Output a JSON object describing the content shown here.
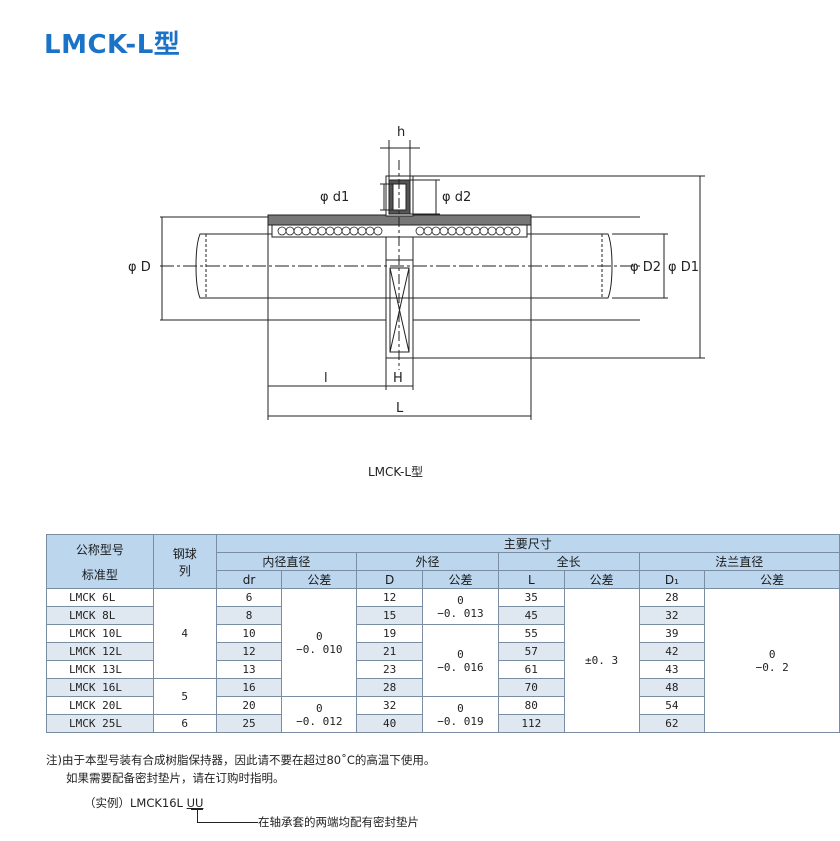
{
  "title": "LMCK-L型",
  "caption": "LMCK-L型",
  "drawing_labels": {
    "h": "h",
    "d1": "φ d1",
    "d2": "φ d2",
    "D": "φ D",
    "D2": "φ D2",
    "D1": "φ D1",
    "l": "l",
    "H": "H",
    "L": "L"
  },
  "table": {
    "header": {
      "model_top": "公称型号",
      "model_bottom": "标准型",
      "balls": "钢球\n列",
      "main": "主要尺寸",
      "inner": "内径直径",
      "outer": "外径",
      "length": "全长",
      "flange": "法兰直径",
      "dr": "dr",
      "tol": "公差",
      "D": "D",
      "L": "L",
      "D1": "D₁"
    },
    "rows": [
      {
        "model": "LMCK 6L",
        "dr": "6",
        "D": "12",
        "L": "35",
        "D1": "28"
      },
      {
        "model": "LMCK 8L",
        "dr": "8",
        "D": "15",
        "L": "45",
        "D1": "32"
      },
      {
        "model": "LMCK 10L",
        "dr": "10",
        "D": "19",
        "L": "55",
        "D1": "39"
      },
      {
        "model": "LMCK 12L",
        "dr": "12",
        "D": "21",
        "L": "57",
        "D1": "42"
      },
      {
        "model": "LMCK 13L",
        "dr": "13",
        "D": "23",
        "L": "61",
        "D1": "43"
      },
      {
        "model": "LMCK 16L",
        "dr": "16",
        "D": "28",
        "L": "70",
        "D1": "48"
      },
      {
        "model": "LMCK 20L",
        "dr": "20",
        "D": "32",
        "L": "80",
        "D1": "54"
      },
      {
        "model": "LMCK 25L",
        "dr": "25",
        "D": "40",
        "L": "112",
        "D1": "62"
      }
    ],
    "balls": [
      "4",
      "5",
      "6"
    ],
    "tol_dr": [
      {
        "a": "0",
        "b": "−0. 010"
      },
      {
        "a": "0",
        "b": "−0. 012"
      }
    ],
    "tol_D": [
      {
        "a": "0",
        "b": "−0. 013"
      },
      {
        "a": "0",
        "b": "−0. 016"
      },
      {
        "a": "0",
        "b": "−0. 019"
      }
    ],
    "tol_L": "±0. 3",
    "tol_D1": {
      "a": "0",
      "b": "−0. 2"
    }
  },
  "notes": {
    "line1": "注)由于本型号装有合成树脂保持器，因此请不要在超过80˚C的高温下使用。",
    "line2": "如果需要配备密封垫片，请在订购时指明。"
  },
  "example": {
    "prefix": "（实例）LMCK16L",
    "suffix": "UU",
    "desc": "在轴承套的两端均配有密封垫片"
  }
}
